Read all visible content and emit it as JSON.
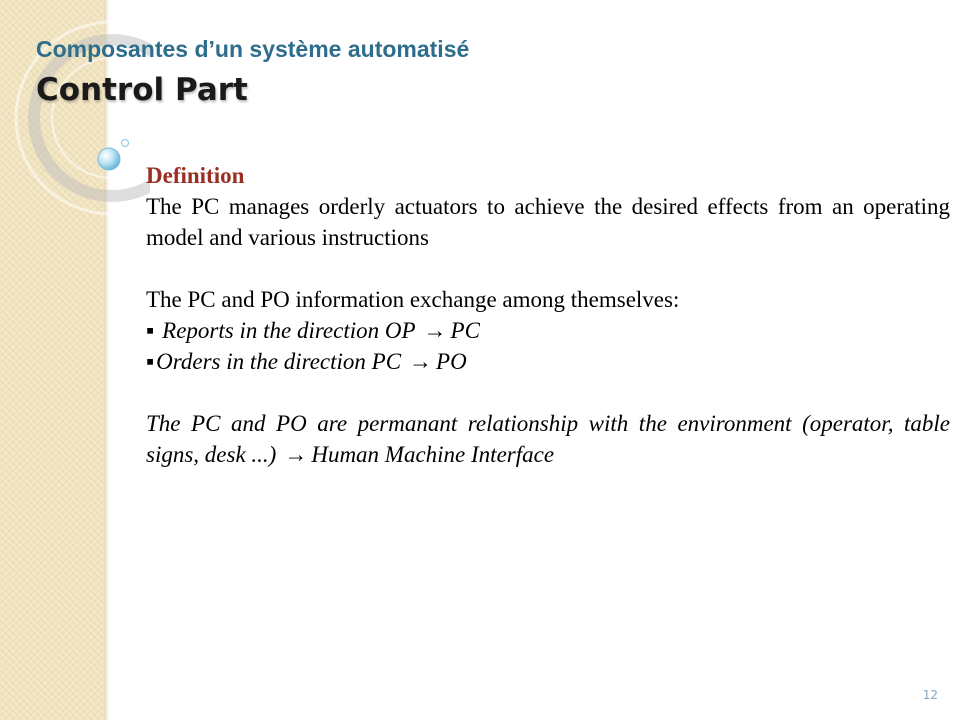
{
  "slide": {
    "subtitle": "Composantes d’un système automatisé",
    "title": "Control Part",
    "page_number": "12"
  },
  "body": {
    "definition_heading": "Definition",
    "definition_text": "The PC manages orderly actuators to achieve the desired effects from an operating model and various instructions",
    "exchange_intro": "The PC and PO information exchange among themselves:",
    "bullets": [
      {
        "mark": "▪",
        "text": "Reports in the direction OP",
        "arrow": "→",
        "target": "PC"
      },
      {
        "mark": "▪",
        "text": "Orders in the direction PC",
        "arrow": "→",
        "target": "PO"
      }
    ],
    "environment_text": "The PC and PO are permanant relationship with the environment (operator, table signs, desk ...)",
    "environment_arrow": "→",
    "environment_target": "Human Machine Interface"
  },
  "colors": {
    "subtitle": "#2e6e8c",
    "definition_heading": "#9b2d21",
    "sidebar": "#f3e7c6",
    "page_number": "#8aa6bf"
  }
}
